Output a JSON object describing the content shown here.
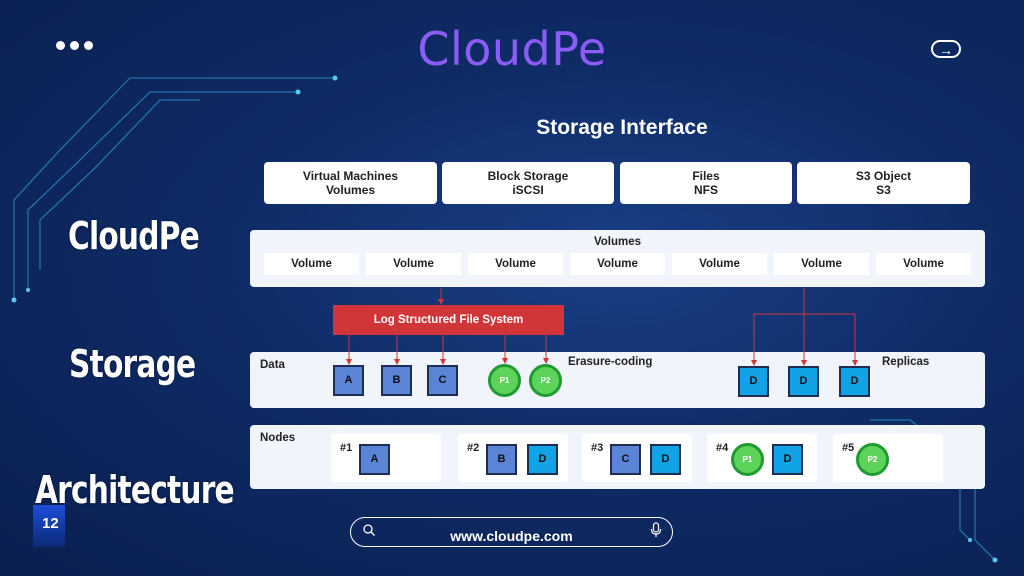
{
  "brand": "CloudPe",
  "side_title": [
    "CloudPe",
    "Storage",
    "Architecture"
  ],
  "page_number": "12",
  "diagram_title": "Storage Interface",
  "interfaces": [
    {
      "line1": "Virtual Machines",
      "line2": "Volumes"
    },
    {
      "line1": "Block Storage",
      "line2": "iSCSI"
    },
    {
      "line1": "Files",
      "line2": "NFS"
    },
    {
      "line1": "S3 Object",
      "line2": "S3"
    }
  ],
  "volumes_title": "Volumes",
  "volumes": [
    "Volume",
    "Volume",
    "Volume",
    "Volume",
    "Volume",
    "Volume",
    "Volume"
  ],
  "log_fs": "Log Structured File System",
  "data": {
    "label": "Data",
    "erasure_label": "Erasure-coding",
    "replicas_label": "Replicas",
    "erasure_blocks": [
      "A",
      "B",
      "C"
    ],
    "parity_blocks": [
      "P1",
      "P2"
    ],
    "replica_blocks": [
      "D",
      "D",
      "D"
    ]
  },
  "nodes": {
    "label": "Nodes",
    "items": [
      {
        "id": "#1",
        "blocks": [
          "A"
        ]
      },
      {
        "id": "#2",
        "blocks": [
          "B",
          "D"
        ]
      },
      {
        "id": "#3",
        "blocks": [
          "C",
          "D"
        ]
      },
      {
        "id": "#4",
        "blocks": [
          "P1",
          "D"
        ]
      },
      {
        "id": "#5",
        "blocks": [
          "P2"
        ]
      }
    ]
  },
  "search": {
    "text": "www.cloudpe.com"
  },
  "colors": {
    "brand": "#8b5cf6",
    "log_fs_bar": "#d03538",
    "erasure_block": "#5b84d6",
    "replica_block": "#12a2e6",
    "parity_fill": "#5ed35a",
    "parity_border": "#1e9b32",
    "arrow": "#d03538"
  }
}
